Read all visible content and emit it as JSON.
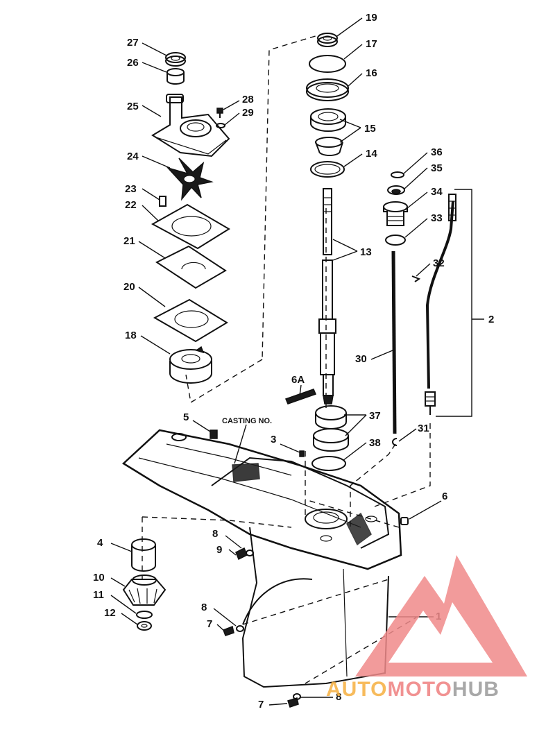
{
  "labels": {
    "n1": "1",
    "n2": "2",
    "n3": "3",
    "n4": "4",
    "n5": "5",
    "n6": "6",
    "n6a": "6A",
    "n7": "7",
    "n8": "8",
    "n9": "9",
    "n10": "10",
    "n11": "11",
    "n12": "12",
    "n13": "13",
    "n14": "14",
    "n15": "15",
    "n16": "16",
    "n17": "17",
    "n18": "18",
    "n19": "19",
    "n20": "20",
    "n21": "21",
    "n22": "22",
    "n23": "23",
    "n24": "24",
    "n25": "25",
    "n26": "26",
    "n27": "27",
    "n28": "28",
    "n29": "29",
    "n30": "30",
    "n31": "31",
    "n32": "32",
    "n33": "33",
    "n34": "34",
    "n35": "35",
    "n36": "36",
    "n37": "37",
    "n38": "38"
  },
  "casting_label": "CASTING NO.",
  "watermark": {
    "part1": "AUTO",
    "part2": "MOTO",
    "part3": "HUB",
    "color_auto": "#f6b040",
    "color_moto": "#ef8080",
    "color_hub": "#9a9a9a",
    "triangle_color": "#f08a8a"
  }
}
